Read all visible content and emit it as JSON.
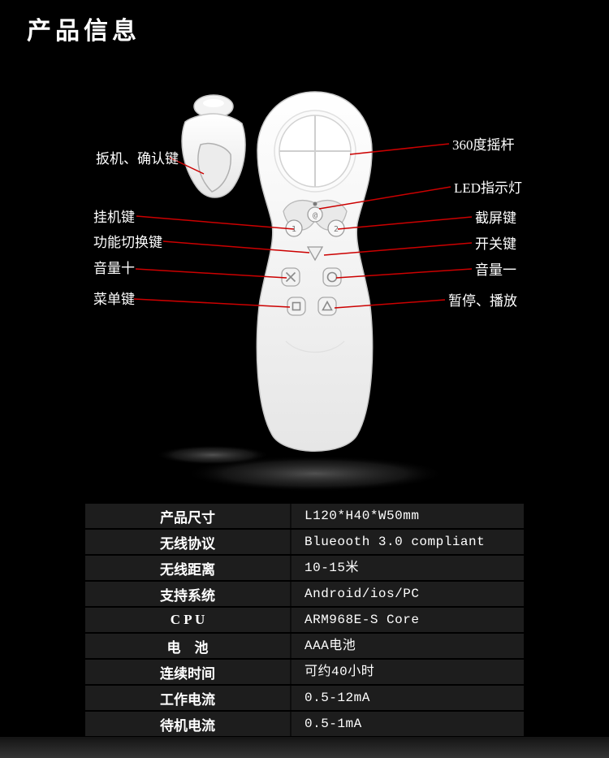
{
  "page": {
    "title": "产品信息"
  },
  "colors": {
    "background": "#000000",
    "callout_line": "#cc0000",
    "label_text": "#ffffff",
    "table_row_bg": "#1d1d1d"
  },
  "annotations": {
    "left": [
      {
        "text": "扳机、确认键"
      },
      {
        "text": "挂机键"
      },
      {
        "text": "功能切换键"
      },
      {
        "text": "音量十"
      },
      {
        "text": "菜单键"
      }
    ],
    "right": [
      {
        "text": "360度摇杆"
      },
      {
        "text": "LED指示灯"
      },
      {
        "text": "截屏键"
      },
      {
        "text": "开关键"
      },
      {
        "text": "音量一"
      },
      {
        "text": "暂停、播放"
      }
    ]
  },
  "controller": {
    "button_labels": {
      "one": "1",
      "at": "@",
      "two": "2"
    }
  },
  "spec_table": {
    "rows": [
      {
        "label": "产品尺寸",
        "value": "L120*H40*W50mm"
      },
      {
        "label": "无线协议",
        "value": "Blueooth 3.0 compliant"
      },
      {
        "label": "无线距离",
        "value": "10-15米"
      },
      {
        "label": "支持系统",
        "value": "Android/ios/PC"
      },
      {
        "label": "C P U",
        "value": "ARM968E-S Core"
      },
      {
        "label": "电　池",
        "value": "AAA电池"
      },
      {
        "label": "连续时间",
        "value": "可约40小时"
      },
      {
        "label": "工作电流",
        "value": "0.5-12mA"
      },
      {
        "label": "待机电流",
        "value": "0.5-1mA"
      }
    ]
  }
}
